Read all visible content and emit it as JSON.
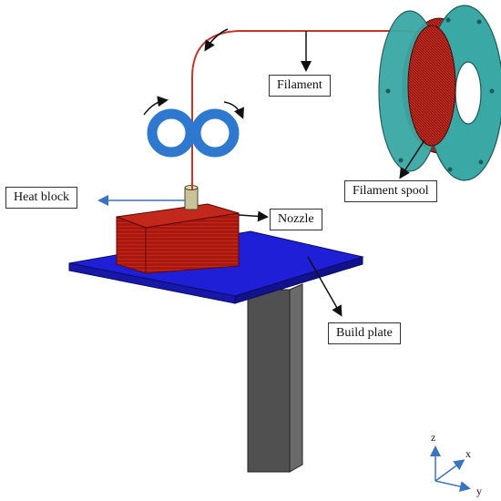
{
  "labels": {
    "filament": "Filament",
    "filament_spool": "Filament spool",
    "heat_block": "Heat block",
    "nozzle": "Nozzle",
    "build_plate": "Build plate"
  },
  "axes": {
    "z": "z",
    "x": "x",
    "y": "y"
  },
  "colors": {
    "build_plate": "#1f1fd8",
    "support_column": "#505050",
    "printed_part": "#b31a12",
    "filament": "#c0392b",
    "rollers": "#2f78d0",
    "spool_flange": "#3aa8a4",
    "nozzle": "#c9c29a",
    "arrow_blue": "#3b73c4"
  }
}
